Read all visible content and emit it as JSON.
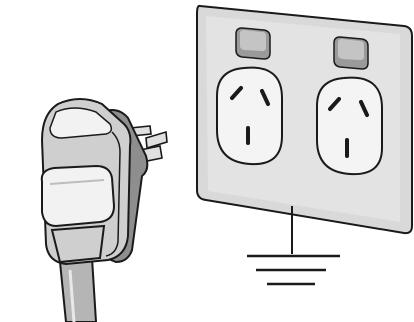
{
  "colors": {
    "background": "#ffffff",
    "outline": "#1a1a1a",
    "plate_fill": "#d9d9d9",
    "plate_inner": "#e3e3e3",
    "socket_fill": "#f4f4f4",
    "switch_fill": "#bdbdbd",
    "switch_shadow": "#9a9a9a",
    "plug_light": "#f2f2f2",
    "plug_mid": "#cfcfcf",
    "plug_dark": "#8e8e8e",
    "cable_fill": "#b5b5b5",
    "pin_fill": "#e0e0e0"
  },
  "scene": {
    "wall_plate": {
      "outlet_count": 2,
      "has_switches": true
    },
    "plug": {
      "pin_count": 3
    },
    "earth_symbol": {
      "line_count": 3
    }
  }
}
